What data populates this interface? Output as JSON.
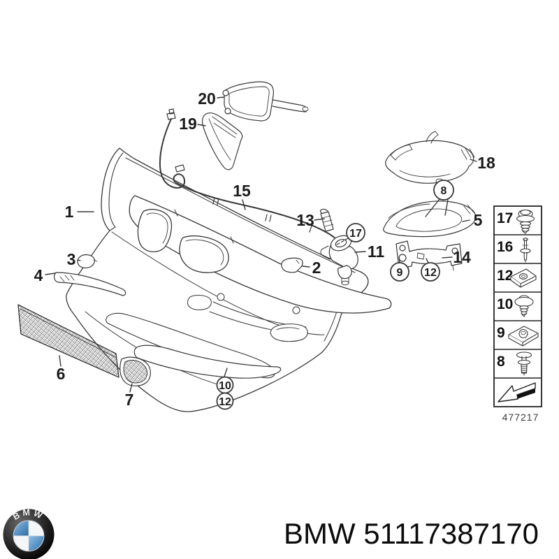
{
  "colors": {
    "bmw_blue": "#3f80b5",
    "line": "#383838",
    "background": "#ffffff"
  },
  "footer": {
    "brand": "BMW",
    "part_title": "BMW 51117387170"
  },
  "legend": {
    "drawing_number": "477217",
    "items": [
      {
        "label": "17",
        "icon": "flange-screw"
      },
      {
        "label": "16",
        "icon": "expansion-rivet-pin"
      },
      {
        "label": "12",
        "icon": "speed-nut"
      },
      {
        "label": "10",
        "icon": "flange-screw-large-washer"
      },
      {
        "label": "9",
        "icon": "clip-nut"
      },
      {
        "label": "8",
        "icon": "expansion-rivet"
      },
      {
        "label": "",
        "icon": "direction-of-travel-arrow"
      }
    ]
  },
  "callouts": {
    "n1": "1",
    "n2": "2",
    "n3": "3",
    "n4": "4",
    "n5": "5",
    "n6": "6",
    "n7": "7",
    "n8": "8",
    "n9": "9",
    "n10": "10",
    "n11": "11",
    "n12": "12",
    "n12b": "12",
    "n13": "13",
    "n14": "14",
    "n15": "15",
    "n18": "18",
    "n17": "17",
    "n19": "19",
    "n20": "20"
  }
}
